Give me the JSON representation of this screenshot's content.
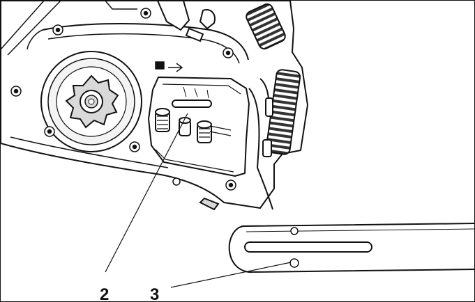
{
  "figure": {
    "callouts": [
      {
        "number": "2",
        "target": "guide-bar-slot-on-clutch-plate"
      },
      {
        "number": "3",
        "target": "guide-bar-oil-hole"
      }
    ]
  },
  "colors": {
    "ink": "#111111",
    "paper": "#ffffff",
    "shade": "#d9d9d9",
    "dark-shade": "#4a4a4a"
  }
}
